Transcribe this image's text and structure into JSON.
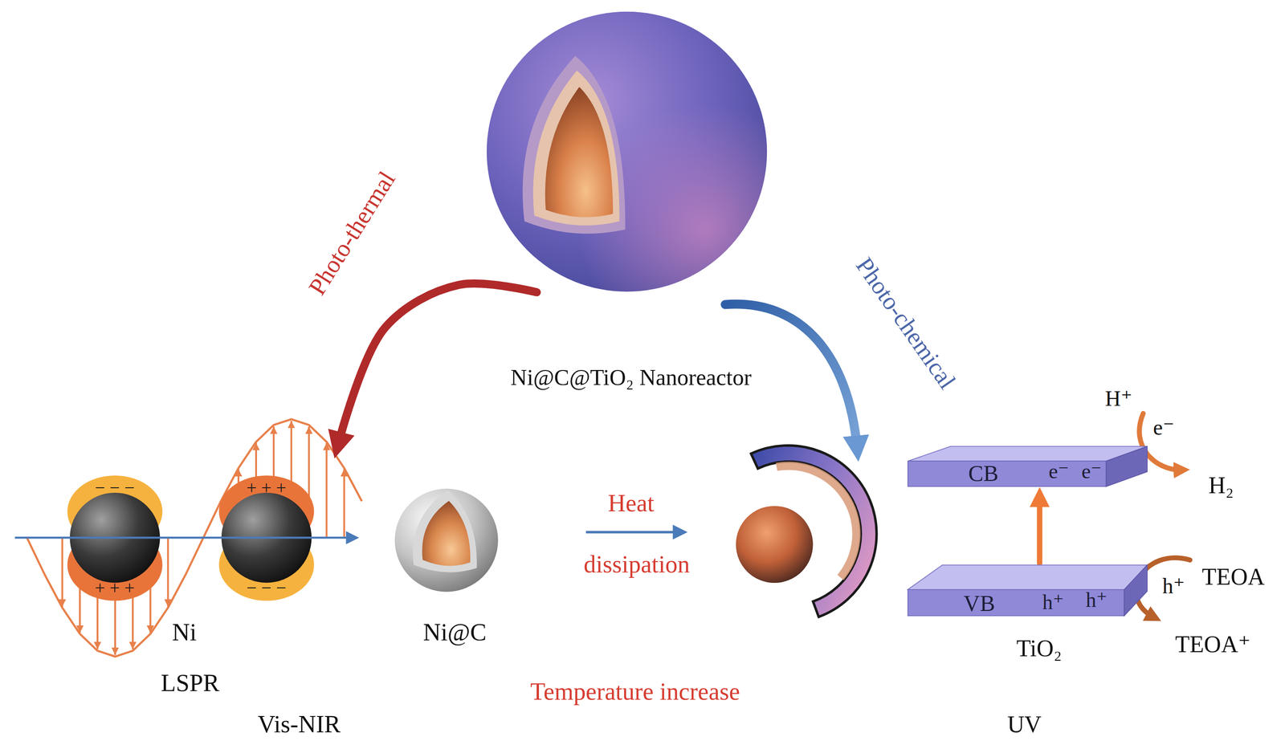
{
  "diagram": {
    "nodes": [
      {
        "text": [
          "Ni@C@TiO₂ Nanoreactor"
        ]
      },
      {
        "text": [
          "Ni"
        ]
      },
      {
        "text": [
          "Ni@C"
        ]
      },
      {
        "text": [
          "CB",
          "e⁻",
          "e⁻"
        ]
      },
      {
        "text": [
          "VB",
          "h⁺",
          "h⁺"
        ]
      }
    ],
    "edges": [
      {
        "from": 0,
        "to": 1,
        "arrow": "to",
        "label": "Photo-thermal"
      },
      {
        "from": 4,
        "to": 3,
        "arrow": "to"
      }
    ],
    "labels": [
      "Photo-chemical",
      "− − −",
      "+ + +",
      "+ + +",
      "− − −",
      "LSPR",
      "Vis-NIR",
      "Heat",
      "dissipation",
      "Temperature increase",
      "H⁺",
      "e⁻",
      "H₂",
      "TEOA",
      "h⁺",
      "TEOA⁺",
      "TiO₂",
      "UV"
    ]
  }
}
